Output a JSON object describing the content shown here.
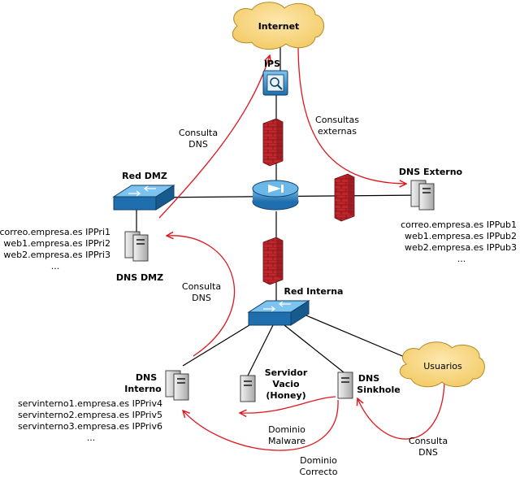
{
  "nodes": {
    "internet": "Internet",
    "ips": "IPS",
    "red_dmz": "Red DMZ",
    "dns_dmz": "DNS DMZ",
    "dns_externo": "DNS Externo",
    "red_interna": "Red Interna",
    "dns_interno_line1": "DNS",
    "dns_interno_line2": "Interno",
    "honey_line1": "Servidor",
    "honey_line2": "Vacio",
    "honey_line3": "(Honey)",
    "sinkhole_line1": "DNS",
    "sinkhole_line2": "Sinkhole",
    "usuarios": "Usuarios"
  },
  "records": {
    "dmz": [
      "correo.empresa.es IPPri1",
      "web1.empresa.es IPPri2",
      "web2.empresa.es IPPri3",
      "..."
    ],
    "externo": [
      "correo.empresa.es IPPub1",
      "web1.empresa.es IPPub2",
      "web2.empresa.es IPPub3",
      "..."
    ],
    "interno": [
      "servinterno1.empresa.es IPPriv4",
      "servinterno2.empresa.es IPPriv5",
      "servinterno3.empresa.es IPPriv6",
      "..."
    ]
  },
  "flows": {
    "consulta_dns_top_1": "Consulta",
    "consulta_dns_top_2": "DNS",
    "consultas_externas_1": "Consultas",
    "consultas_externas_2": "externas",
    "consulta_dns_mid_1": "Consulta",
    "consulta_dns_mid_2": "DNS",
    "dominio_malware_1": "Dominio",
    "dominio_malware_2": "Malware",
    "dominio_correcto_1": "Dominio",
    "dominio_correcto_2": "Correcto",
    "consulta_dns_users_1": "Consulta",
    "consulta_dns_users_2": "DNS"
  },
  "colors": {
    "cloud": "#f9d98a",
    "device_blue": "#2f86c8",
    "firewall": "#c0262c",
    "flow_line": "#e0161e",
    "server": "#cfcfcf"
  }
}
